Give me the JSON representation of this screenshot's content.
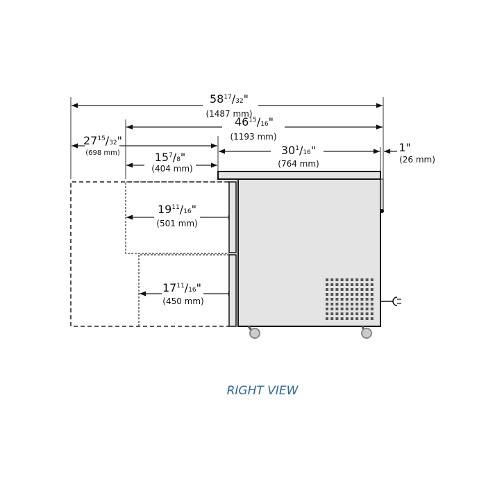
{
  "dimensions": {
    "overall": {
      "whole": "58",
      "num": "17",
      "den": "32",
      "mm": "(1487 mm)"
    },
    "depth_open_door": {
      "whole": "46",
      "num": "15",
      "den": "16",
      "mm": "(1193 mm)"
    },
    "drawer_outer": {
      "whole": "27",
      "num": "15",
      "den": "32",
      "mm": "(698 mm)"
    },
    "drawer_inner": {
      "whole": "15",
      "num": "7",
      "den": "8",
      "mm": "(404 mm)"
    },
    "cabinet_depth": {
      "whole": "30",
      "num": "1",
      "den": "16",
      "mm": "(764 mm)"
    },
    "handle": {
      "whole": "1",
      "mm": "(26 mm)"
    },
    "upper_drawer": {
      "whole": "19",
      "num": "11",
      "den": "16",
      "mm": "(501 mm)"
    },
    "lower_drawer": {
      "whole": "17",
      "num": "11",
      "den": "16",
      "mm": "(450 mm)"
    }
  },
  "view_label": "RIGHT VIEW",
  "colors": {
    "body": "#e4e4e4",
    "title": "#2d6a96"
  }
}
